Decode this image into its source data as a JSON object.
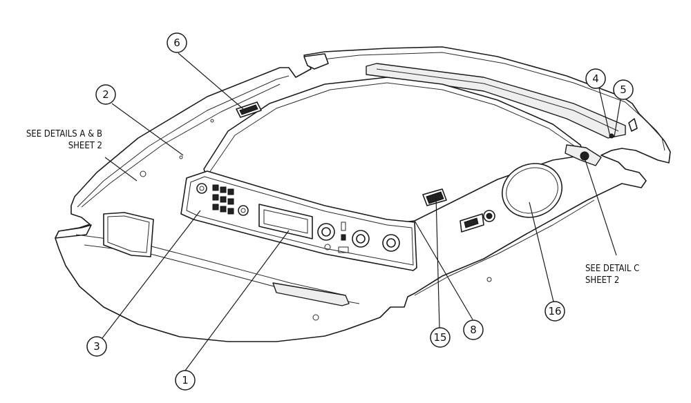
{
  "notes": {
    "details_ab_line1": "SEE DETAILS A & B",
    "details_ab_line2": "SHEET 2",
    "detail_c_line1": "SEE DETAIL C",
    "detail_c_line2": "SHEET 2"
  },
  "callouts": {
    "c1": "1",
    "c2": "2",
    "c3": "3",
    "c4": "4",
    "c5": "5",
    "c6": "6",
    "c8": "8",
    "c15": "15",
    "c16": "16"
  }
}
